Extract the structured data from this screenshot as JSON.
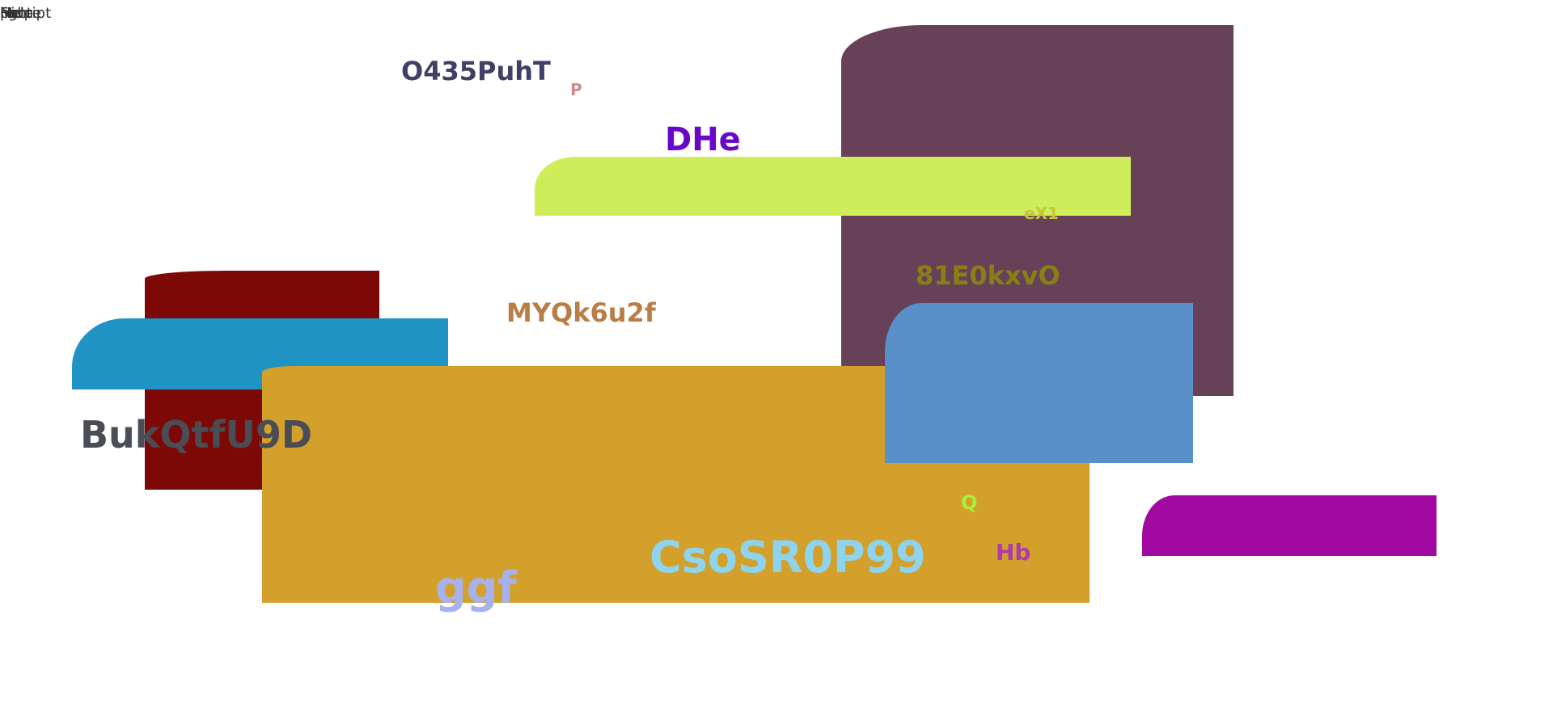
{
  "corner_labels": [
    "lighte",
    "script",
    "Hide",
    "Mo",
    "Help",
    "Fa",
    "pe"
  ],
  "shapes": [
    {
      "name": "plum-rect",
      "color": "#674158"
    },
    {
      "name": "lime-bar",
      "color": "#cfed5a"
    },
    {
      "name": "maroon-rect",
      "color": "#7d0906"
    },
    {
      "name": "blue-pill",
      "color": "#1f93c4"
    },
    {
      "name": "gold-rect",
      "color": "#d3a02b"
    },
    {
      "name": "steel-blue-rect",
      "color": "#5990c9"
    },
    {
      "name": "magenta-bar",
      "color": "#a109a1"
    }
  ],
  "labels": [
    {
      "name": "label-o435",
      "text": "O435PuhT",
      "color": "#3f4066"
    },
    {
      "name": "label-p",
      "text": "P",
      "color": "#d18a8a"
    },
    {
      "name": "label-dhe",
      "text": "DHe",
      "color": "#6a06c8"
    },
    {
      "name": "label-ex1",
      "text": "eX1",
      "color": "#c3c834"
    },
    {
      "name": "label-81e0",
      "text": "81E0kxvO",
      "color": "#888015"
    },
    {
      "name": "label-myqk",
      "text": "MYQk6u2f",
      "color": "#b97d46"
    },
    {
      "name": "label-buk",
      "text": "BukQtfU9D",
      "color": "#4a4d55"
    },
    {
      "name": "label-q",
      "text": "Q",
      "color": "#a8f03b"
    },
    {
      "name": "label-hb",
      "text": "Hb",
      "color": "#b03aa9"
    },
    {
      "name": "label-cso",
      "text": "CsoSR0P99",
      "color": "#8ed4ee"
    },
    {
      "name": "label-ggf",
      "text": "ggf",
      "color": "#a7b1ee"
    }
  ]
}
